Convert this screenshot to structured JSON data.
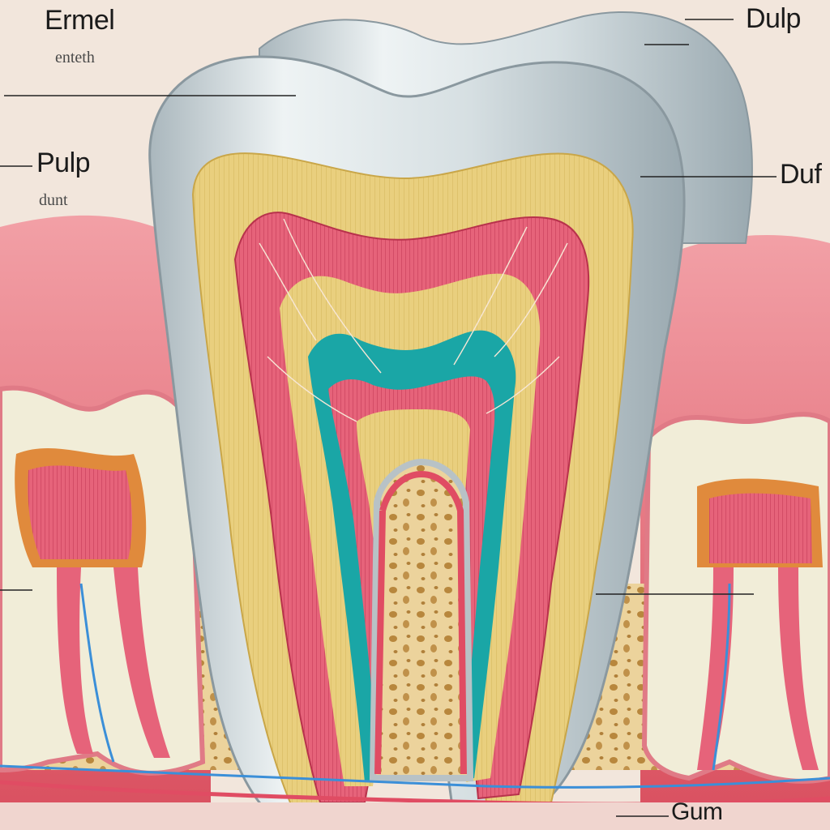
{
  "labels": {
    "top_left": "Ermel",
    "top_left_sub": "enteth",
    "mid_left": "Pulp",
    "mid_left_sub": "dunt",
    "top_right": "Dulp",
    "mid_right": "Duf",
    "bottom_right": "Gum"
  },
  "colors": {
    "background": "#f2e6dc",
    "enamel": "#d7e0e3",
    "dentin": "#e9cf7e",
    "pulp": "#e4566f",
    "canal": "#1aa6a6",
    "bone": "#e8c98f",
    "gum": "#e2707a",
    "vessel_blue": "#3b8fd8"
  }
}
